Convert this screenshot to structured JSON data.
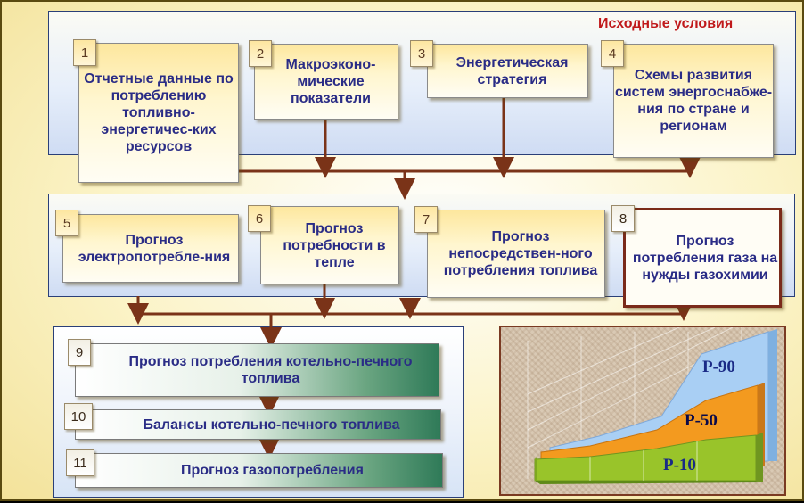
{
  "source_section_title": "Исходные условия",
  "source_boxes": [
    {
      "num": "1",
      "text": "Отчетные данные по потреблению топливно-энергетичес-ких ресурсов"
    },
    {
      "num": "2",
      "text": "Макроэконо-мические показатели"
    },
    {
      "num": "3",
      "text": "Энергетическая стратегия"
    },
    {
      "num": "4",
      "text": "Схемы развития систем энергоснабже-ния по стране и регионам"
    }
  ],
  "forecast_boxes": [
    {
      "num": "5",
      "text": "Прогноз электропотребле-ния"
    },
    {
      "num": "6",
      "text": "Прогноз потребности в тепле"
    },
    {
      "num": "7",
      "text": "Прогноз непосредствен-ного потребления топлива"
    },
    {
      "num": "8",
      "text": "Прогноз потребления газа на нужды газохимии"
    }
  ],
  "result_boxes": [
    {
      "num": "9",
      "text": "Прогноз потребления котельно-печного топлива"
    },
    {
      "num": "10",
      "text": "Балансы котельно-печного топлива"
    },
    {
      "num": "11",
      "text": "Прогноз газопотребления"
    }
  ],
  "chart": {
    "series_labels": [
      "Р-90",
      "Р-50",
      "Р-10"
    ],
    "colors": {
      "p90": "#a9cff4",
      "p50": "#f39a1f",
      "p10": "#99c42a",
      "arrow": "#7a3318"
    }
  }
}
